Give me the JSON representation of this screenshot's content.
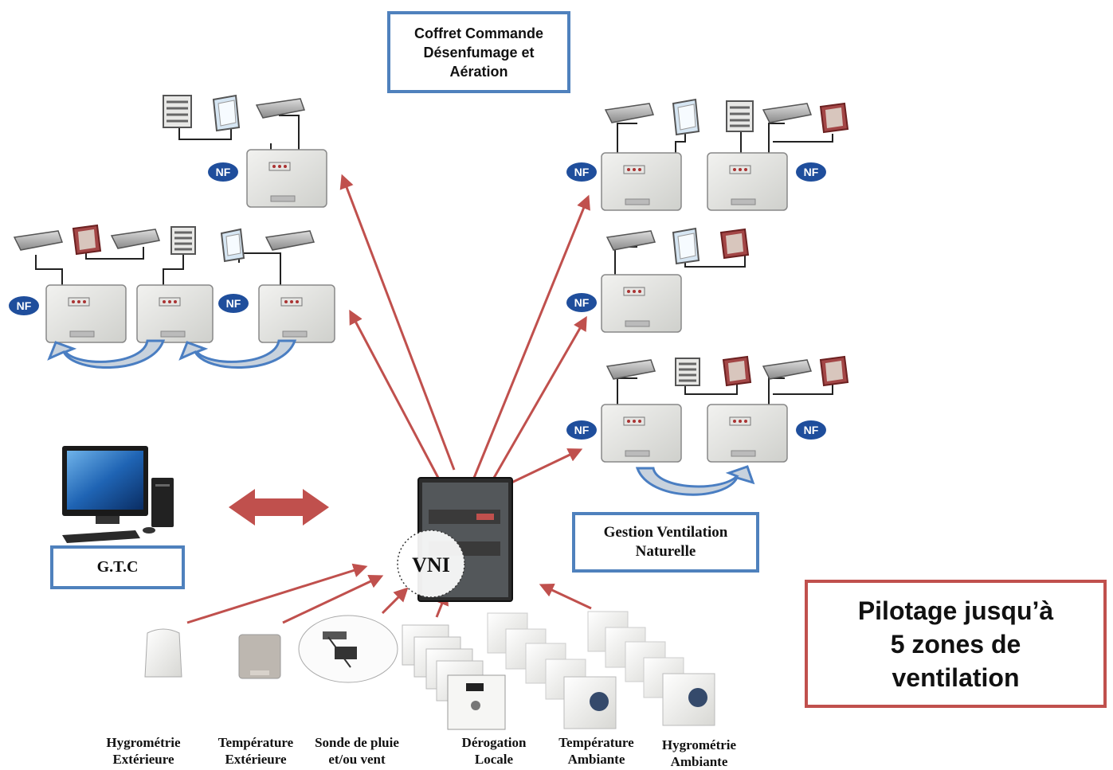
{
  "titles": {
    "coffret": "Coffret Commande Désenfumage et Aération",
    "gtc": "G.T.C",
    "gestion": "Gestion Ventilation Naturelle",
    "pilotage": "Pilotage jusqu’à 5 zones de ventilation"
  },
  "badges": {
    "nf": "NF",
    "vni": "VNI"
  },
  "sensors": [
    {
      "line1": "Hygrométrie",
      "line2": "Extérieure"
    },
    {
      "line1": "Température",
      "line2": "Extérieure"
    },
    {
      "line1": "Sonde de pluie",
      "line2": "et/ou vent"
    },
    {
      "line1": "Dérogation",
      "line2": "Locale"
    },
    {
      "line1": "Température",
      "line2": "Ambiante"
    },
    {
      "line1": "Hygrométrie",
      "line2": "Ambiante"
    }
  ],
  "colors": {
    "box_blue": "#4f81bd",
    "box_red": "#c0504d",
    "arrow_red": "#c0504d",
    "nf_blue": "#1f4e9c",
    "curve_arrow_blue": "#4a7ec2"
  }
}
